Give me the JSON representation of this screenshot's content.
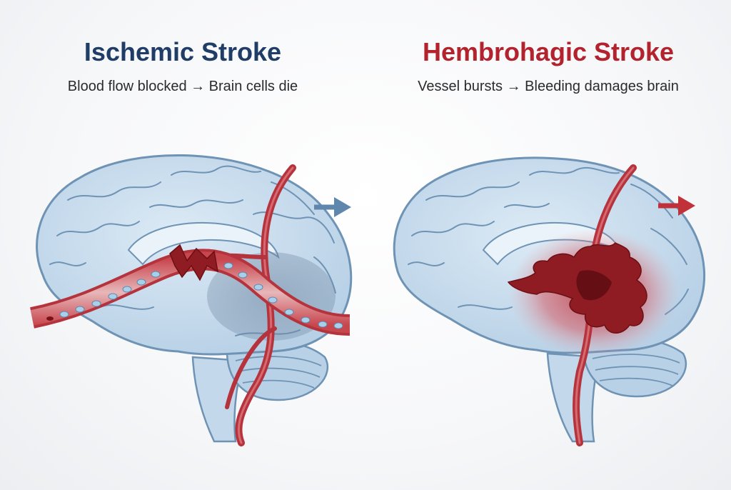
{
  "colors": {
    "ischemic_title": "#1f3d66",
    "hemorrhagic_title": "#b3232e",
    "brain_fill": "#c9ddee",
    "brain_stroke": "#6f93b4",
    "vessel": "#b5333c",
    "blood_dark": "#7a1218",
    "clot": "#8e1c22",
    "cells": "#a9d0e8",
    "arrow_blue": "#5f86ad",
    "arrow_red": "#c0313a"
  },
  "panels": {
    "ischemic": {
      "title": "Ischemic Stroke",
      "subtitle": "Blood flow blocked → Brain cells die",
      "arrow_icon": "arrow-right-icon"
    },
    "hemorrhagic": {
      "title": "Hembrohagic Stroke",
      "subtitle": "Vessel bursts → Bleeding damages brain",
      "arrow_icon": "arrow-right-icon"
    }
  }
}
